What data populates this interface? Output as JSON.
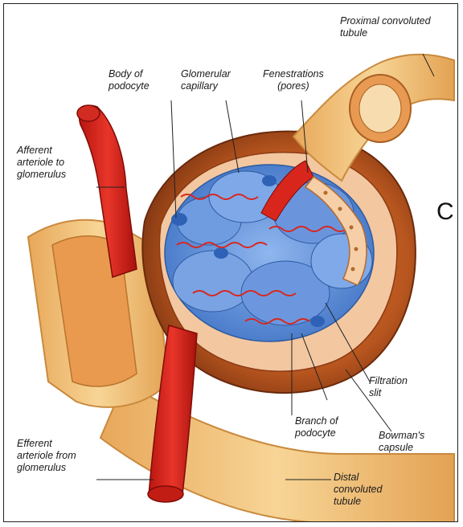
{
  "labels": {
    "proximal_tubule": "Proximal convoluted\ntubule",
    "body_of_podocyte": "Body of\npodocyte",
    "glomerular_capillary": "Glomerular\ncapillary",
    "fenestrations": "Fenestrations\n(pores)",
    "afferent_arteriole": "Afferent\narteriole to\nglomerulus",
    "filtration_slit": "Filtration\nslit",
    "branch_of_podocyte": "Branch of\npodocyte",
    "bowmans_capsule": "Bowman's\ncapsule",
    "efferent_arteriole": "Efferent\narteriole from\nglomerulus",
    "distal_tubule": "Distal\nconvoluted\ntubule"
  },
  "cropped_letter": "C",
  "colors": {
    "artery_red": "#d9261c",
    "tubule_tan": "#f2c27a",
    "capsule_brown": "#b0541f",
    "podocyte_blue": "#5a8fd8",
    "leader_line": "#222222"
  }
}
